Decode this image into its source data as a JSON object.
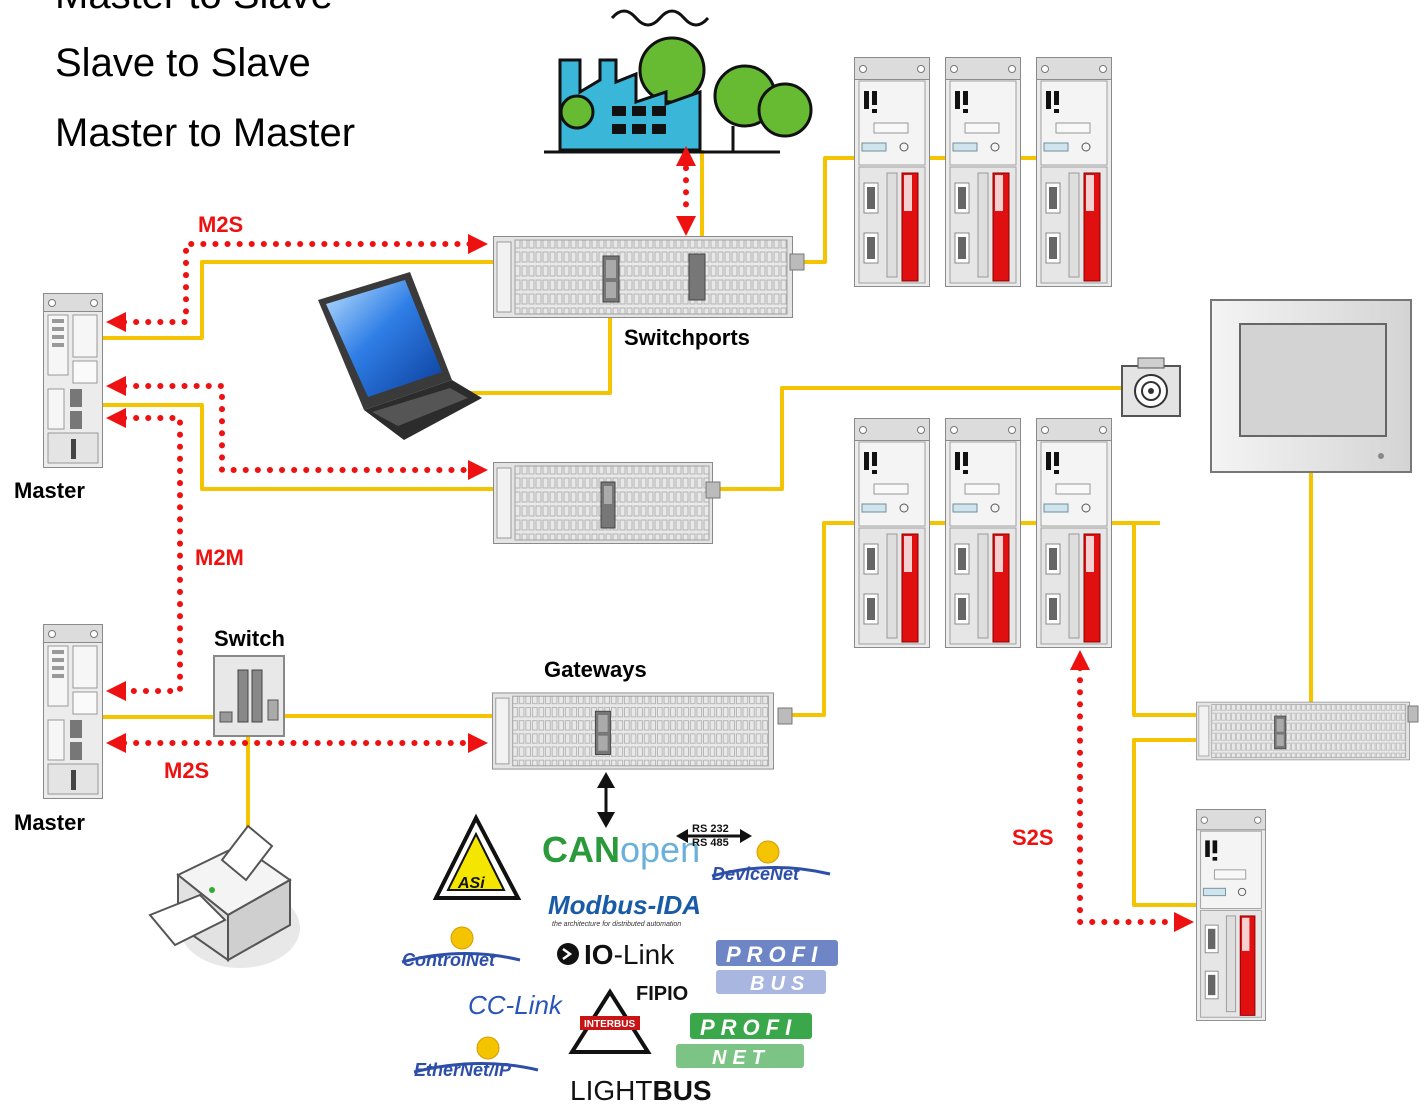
{
  "header_lines": [
    "Master to Slave",
    "Slave to Slave",
    "Master to Master"
  ],
  "device_labels": {
    "master_top": "Master",
    "master_bottom": "Master",
    "switch": "Switch",
    "switchports": "Switchports",
    "gateways": "Gateways"
  },
  "connection_labels": {
    "m2s_top": "M2S",
    "m2m": "M2M",
    "m2s_bottom": "M2S",
    "s2s": "S2S"
  },
  "protocol_logos": {
    "asi": "ASi",
    "canopen_bold": "CAN",
    "canopen_light": "open",
    "rs232": "RS 232",
    "rs485": "RS 485",
    "devicenet": "DeviceNet",
    "modbus": "Modbus-IDA",
    "modbus_sub": "the architecture for distributed automation",
    "controlnet": "ControlNet",
    "iolink_bold": "IO",
    "iolink_light": "-Link",
    "profibus_top": "PROFI",
    "profibus_bottom": "BUS",
    "fipio": "FIPIO",
    "cclink": "CC-Link",
    "interbus": "INTERBUS",
    "profinet_top": "PROFI",
    "profinet_bottom": "NET",
    "ethernetip": "EtherNet/IP",
    "lightbus_light": "LIGHT",
    "lightbus_bold": "BUS"
  },
  "colors": {
    "cable": "#f5c400",
    "dotted_link": "#ee1111",
    "device_body": "#e9e9e9",
    "drive_accent": "#e01010",
    "factory": "#39b6d8",
    "tree": "#66bb33",
    "screen": "#2e6fd0"
  }
}
